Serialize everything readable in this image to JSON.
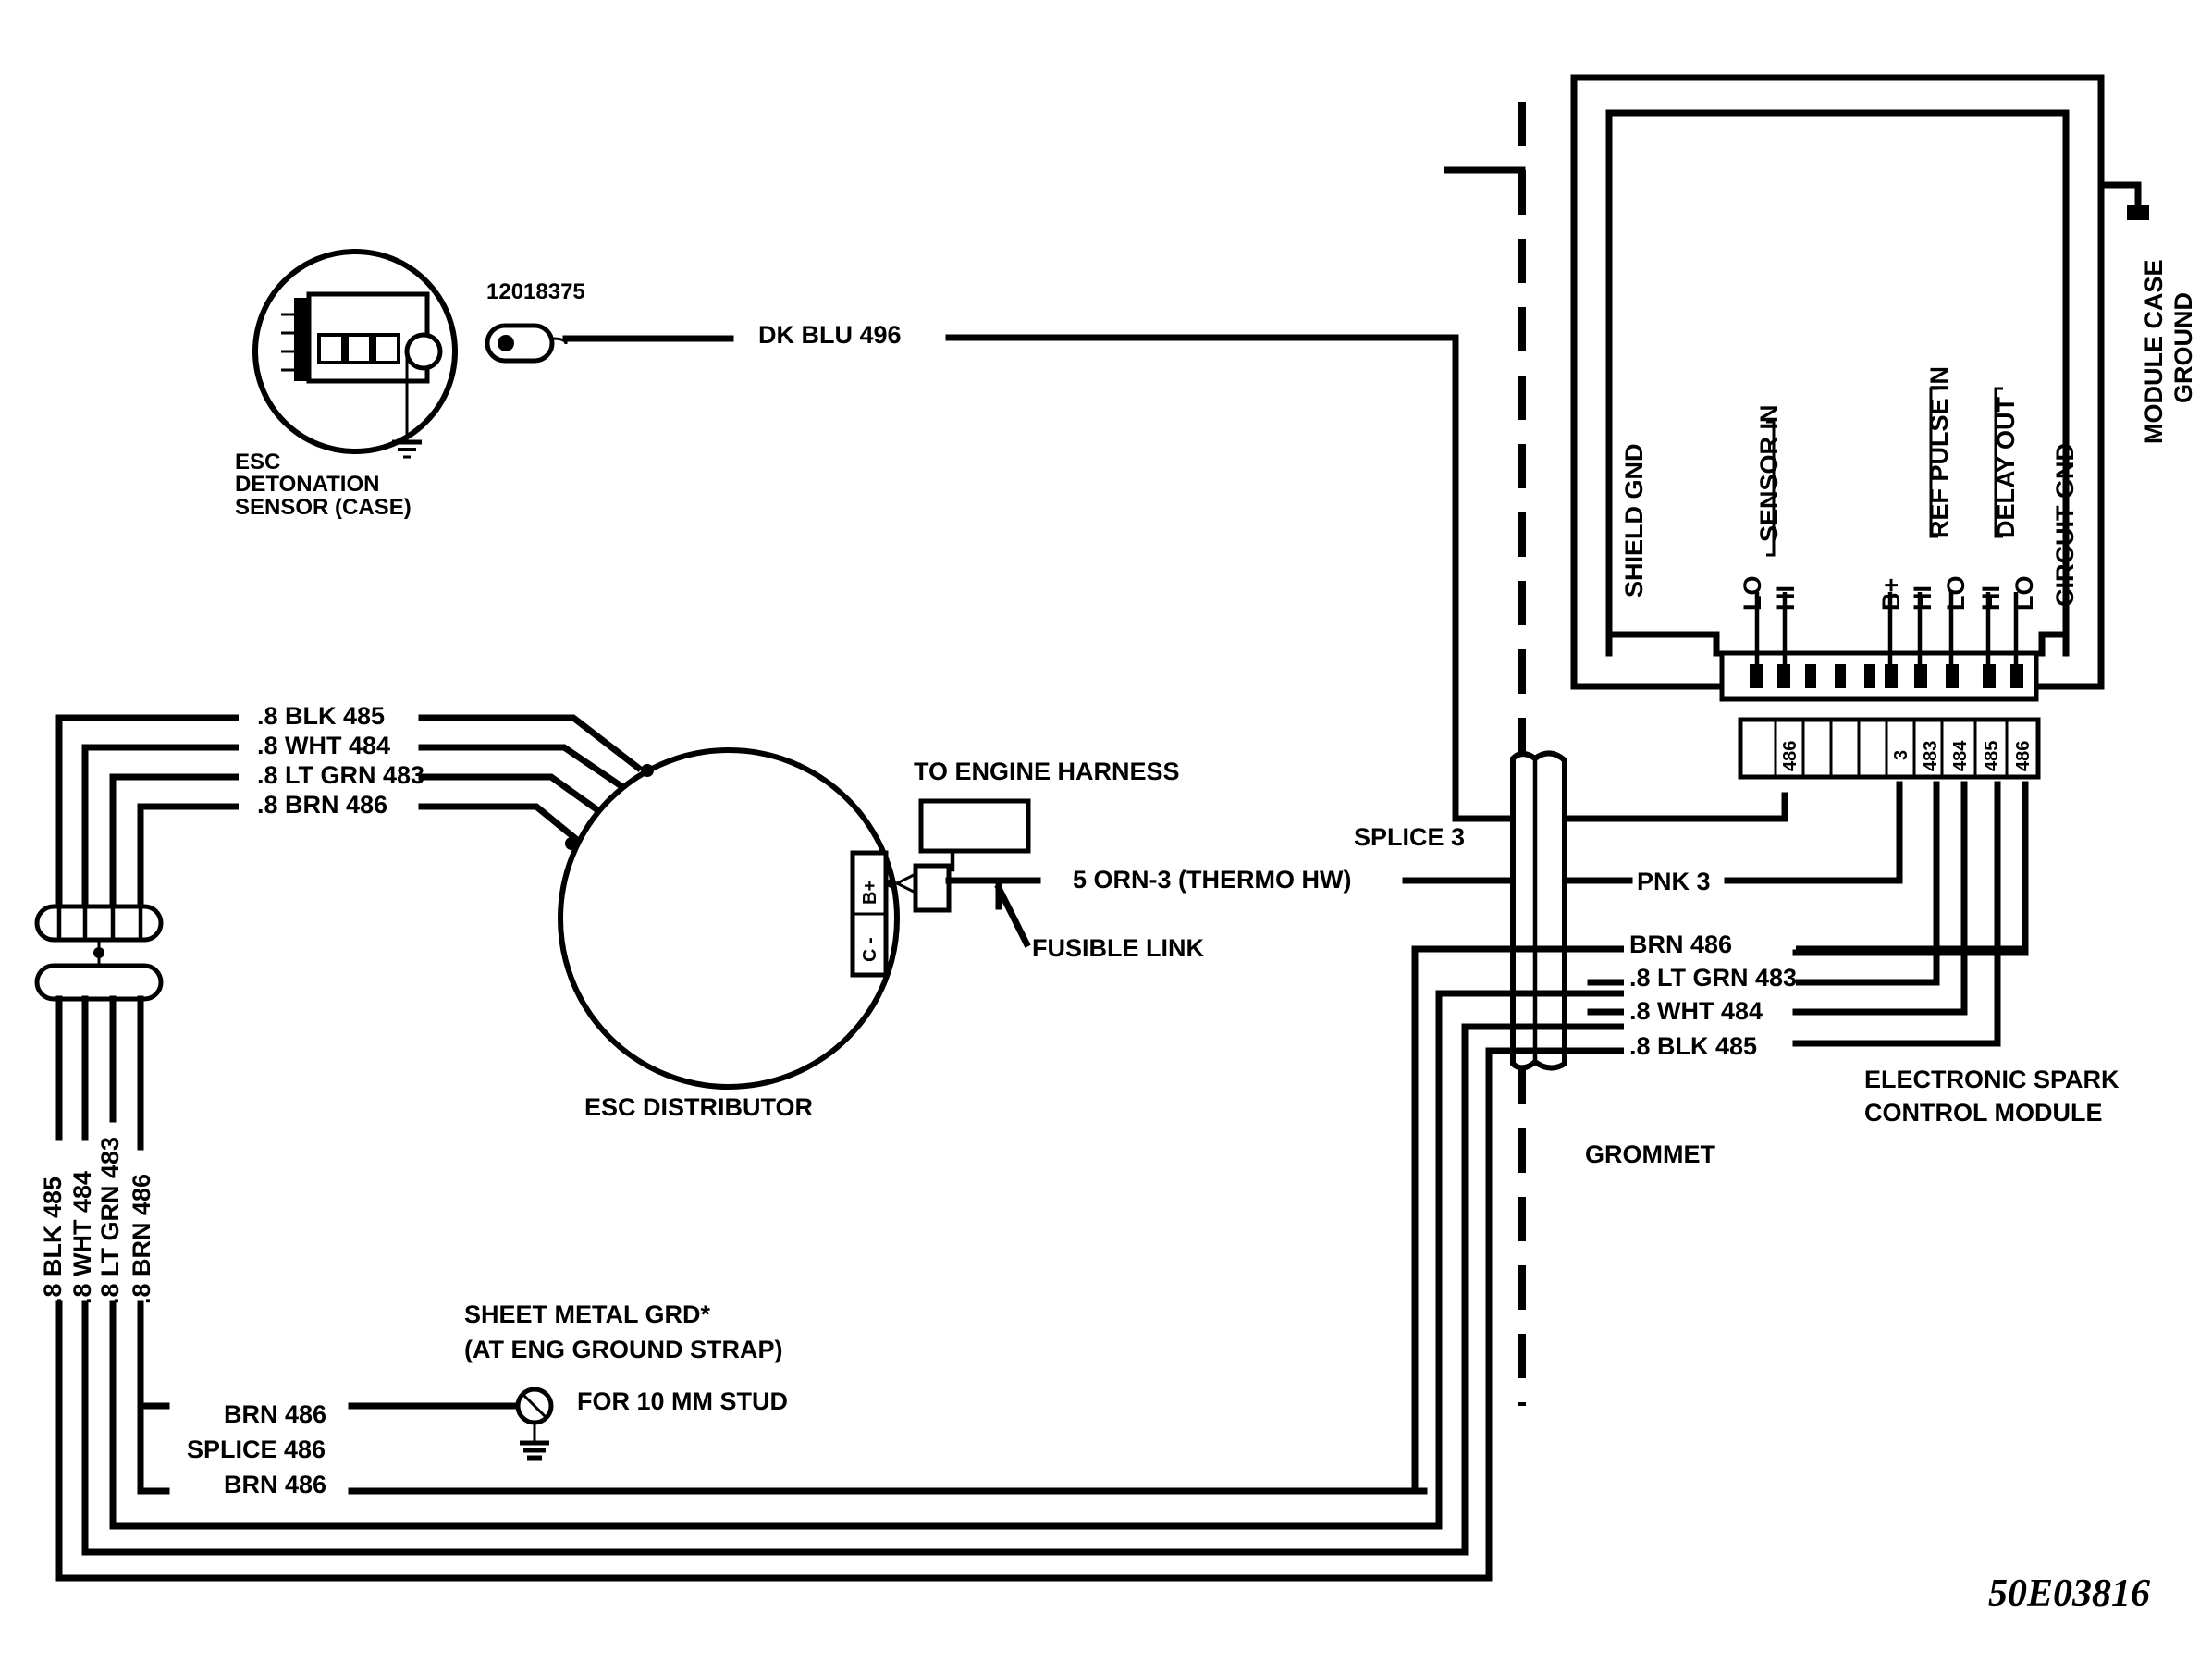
{
  "figure_id": "50E03816",
  "sensor": {
    "part_number": "12018375",
    "label_line1": "ESC",
    "label_line2": "DETONATION",
    "label_line3": "SENSOR (CASE)",
    "wire": "DK BLU 496"
  },
  "distributor": {
    "label": "ESC DISTRIBUTOR",
    "terminal_b": "B+",
    "terminal_c": "C -",
    "wires": [
      ".8 BLK 485",
      ".8 WHT 484",
      ".8 LT GRN 483",
      ".8 BRN 486"
    ]
  },
  "harness_vertical_labels": [
    ".8 BLK 485",
    ".8 WHT 484",
    ".8 LT GRN 483",
    ".8 BRN 486"
  ],
  "engine_harness": {
    "label": "TO ENGINE HARNESS",
    "wire": "5 ORN-3 (THERMO HW)",
    "fusible_link": "FUSIBLE LINK"
  },
  "splice3": "SPLICE 3",
  "pnk": "PNK 3",
  "module_side_wires": [
    "BRN 486",
    ".8 LT GRN 483",
    ".8 WHT 484",
    ".8 BLK 485"
  ],
  "grommet": "GROMMET",
  "ground": {
    "line1": "SHEET METAL GRD*",
    "line2": "(AT ENG GROUND STRAP)",
    "stud": "FOR 10 MM STUD",
    "brn_top": "BRN 486",
    "splice": "SPLICE 486",
    "brn_bottom": "BRN 486"
  },
  "module": {
    "name_line1": "ELECTRONIC SPARK",
    "name_line2": "CONTROL MODULE",
    "case_ground_line1": "MODULE CASE",
    "case_ground_line2": "GROUND",
    "pins": {
      "shield_gnd": "SHIELD GND",
      "sensor_in": "SENSOR IN",
      "lo1": "LO",
      "hi1": "HI",
      "bplus": "B+",
      "hi2": "HI",
      "lo2": "LO",
      "ref_pulse_in": "REF PULSE IN",
      "hi3": "HI",
      "delay_out": "DELAY OUT",
      "lo3": "LO",
      "circuit_gnd": "CIRCUIT GND"
    },
    "connector_numbers": [
      "486",
      "3",
      "483",
      "484",
      "485",
      "486"
    ]
  }
}
